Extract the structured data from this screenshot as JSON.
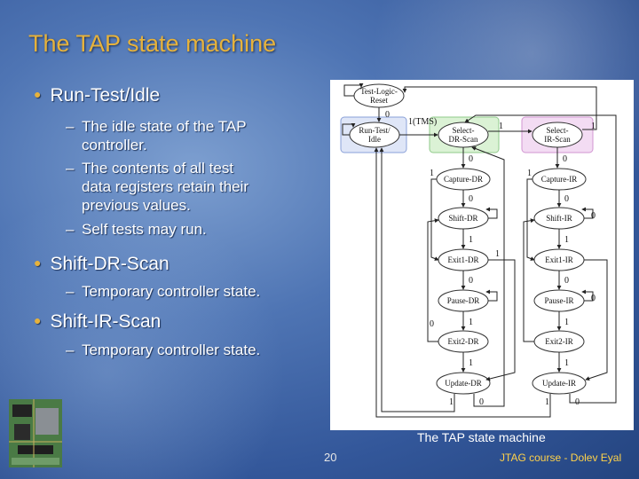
{
  "slide": {
    "title": "The TAP state machine",
    "bullets": [
      {
        "text": "Run-Test/Idle",
        "subs": [
          [
            "The idle state of the TAP",
            "controller."
          ],
          [
            "The contents of all test",
            "data registers retain their",
            "previous values."
          ],
          [
            "Self tests may run."
          ]
        ]
      },
      {
        "text": "Shift-DR-Scan",
        "subs": [
          [
            "Temporary controller state."
          ]
        ]
      },
      {
        "text": "Shift-IR-Scan",
        "subs": [
          [
            "Temporary controller state."
          ]
        ]
      }
    ],
    "dash": "–",
    "caption": "The TAP state machine",
    "page_number": "20",
    "footer": "JTAG course - Dolev Eyal"
  },
  "diagram": {
    "states": {
      "reset": [
        "Test-Logic-",
        "Reset"
      ],
      "idle": [
        "Run-Test/",
        "Idle"
      ],
      "sel_dr": [
        "Select-",
        "DR-Scan"
      ],
      "sel_ir": [
        "Select-",
        "IR-Scan"
      ],
      "cap_dr": [
        "Capture-DR"
      ],
      "cap_ir": [
        "Capture-IR"
      ],
      "shift_dr": [
        "Shift-DR"
      ],
      "shift_ir": [
        "Shift-IR"
      ],
      "exit1_dr": [
        "Exit1-DR"
      ],
      "exit1_ir": [
        "Exit1-IR"
      ],
      "pause_dr": [
        "Pause-DR"
      ],
      "pause_ir": [
        "Pause-IR"
      ],
      "exit2_dr": [
        "Exit2-DR"
      ],
      "exit2_ir": [
        "Exit2-IR"
      ],
      "upd_dr": [
        "Update-DR"
      ],
      "upd_ir": [
        "Update-IR"
      ]
    },
    "tms_label": "1(TMS)",
    "one": "1",
    "zero": "0",
    "colors": {
      "idle_fill": "#dfe6f7",
      "dr_fill": "#dbf2d5",
      "ir_fill": "#f3dcf3"
    }
  }
}
